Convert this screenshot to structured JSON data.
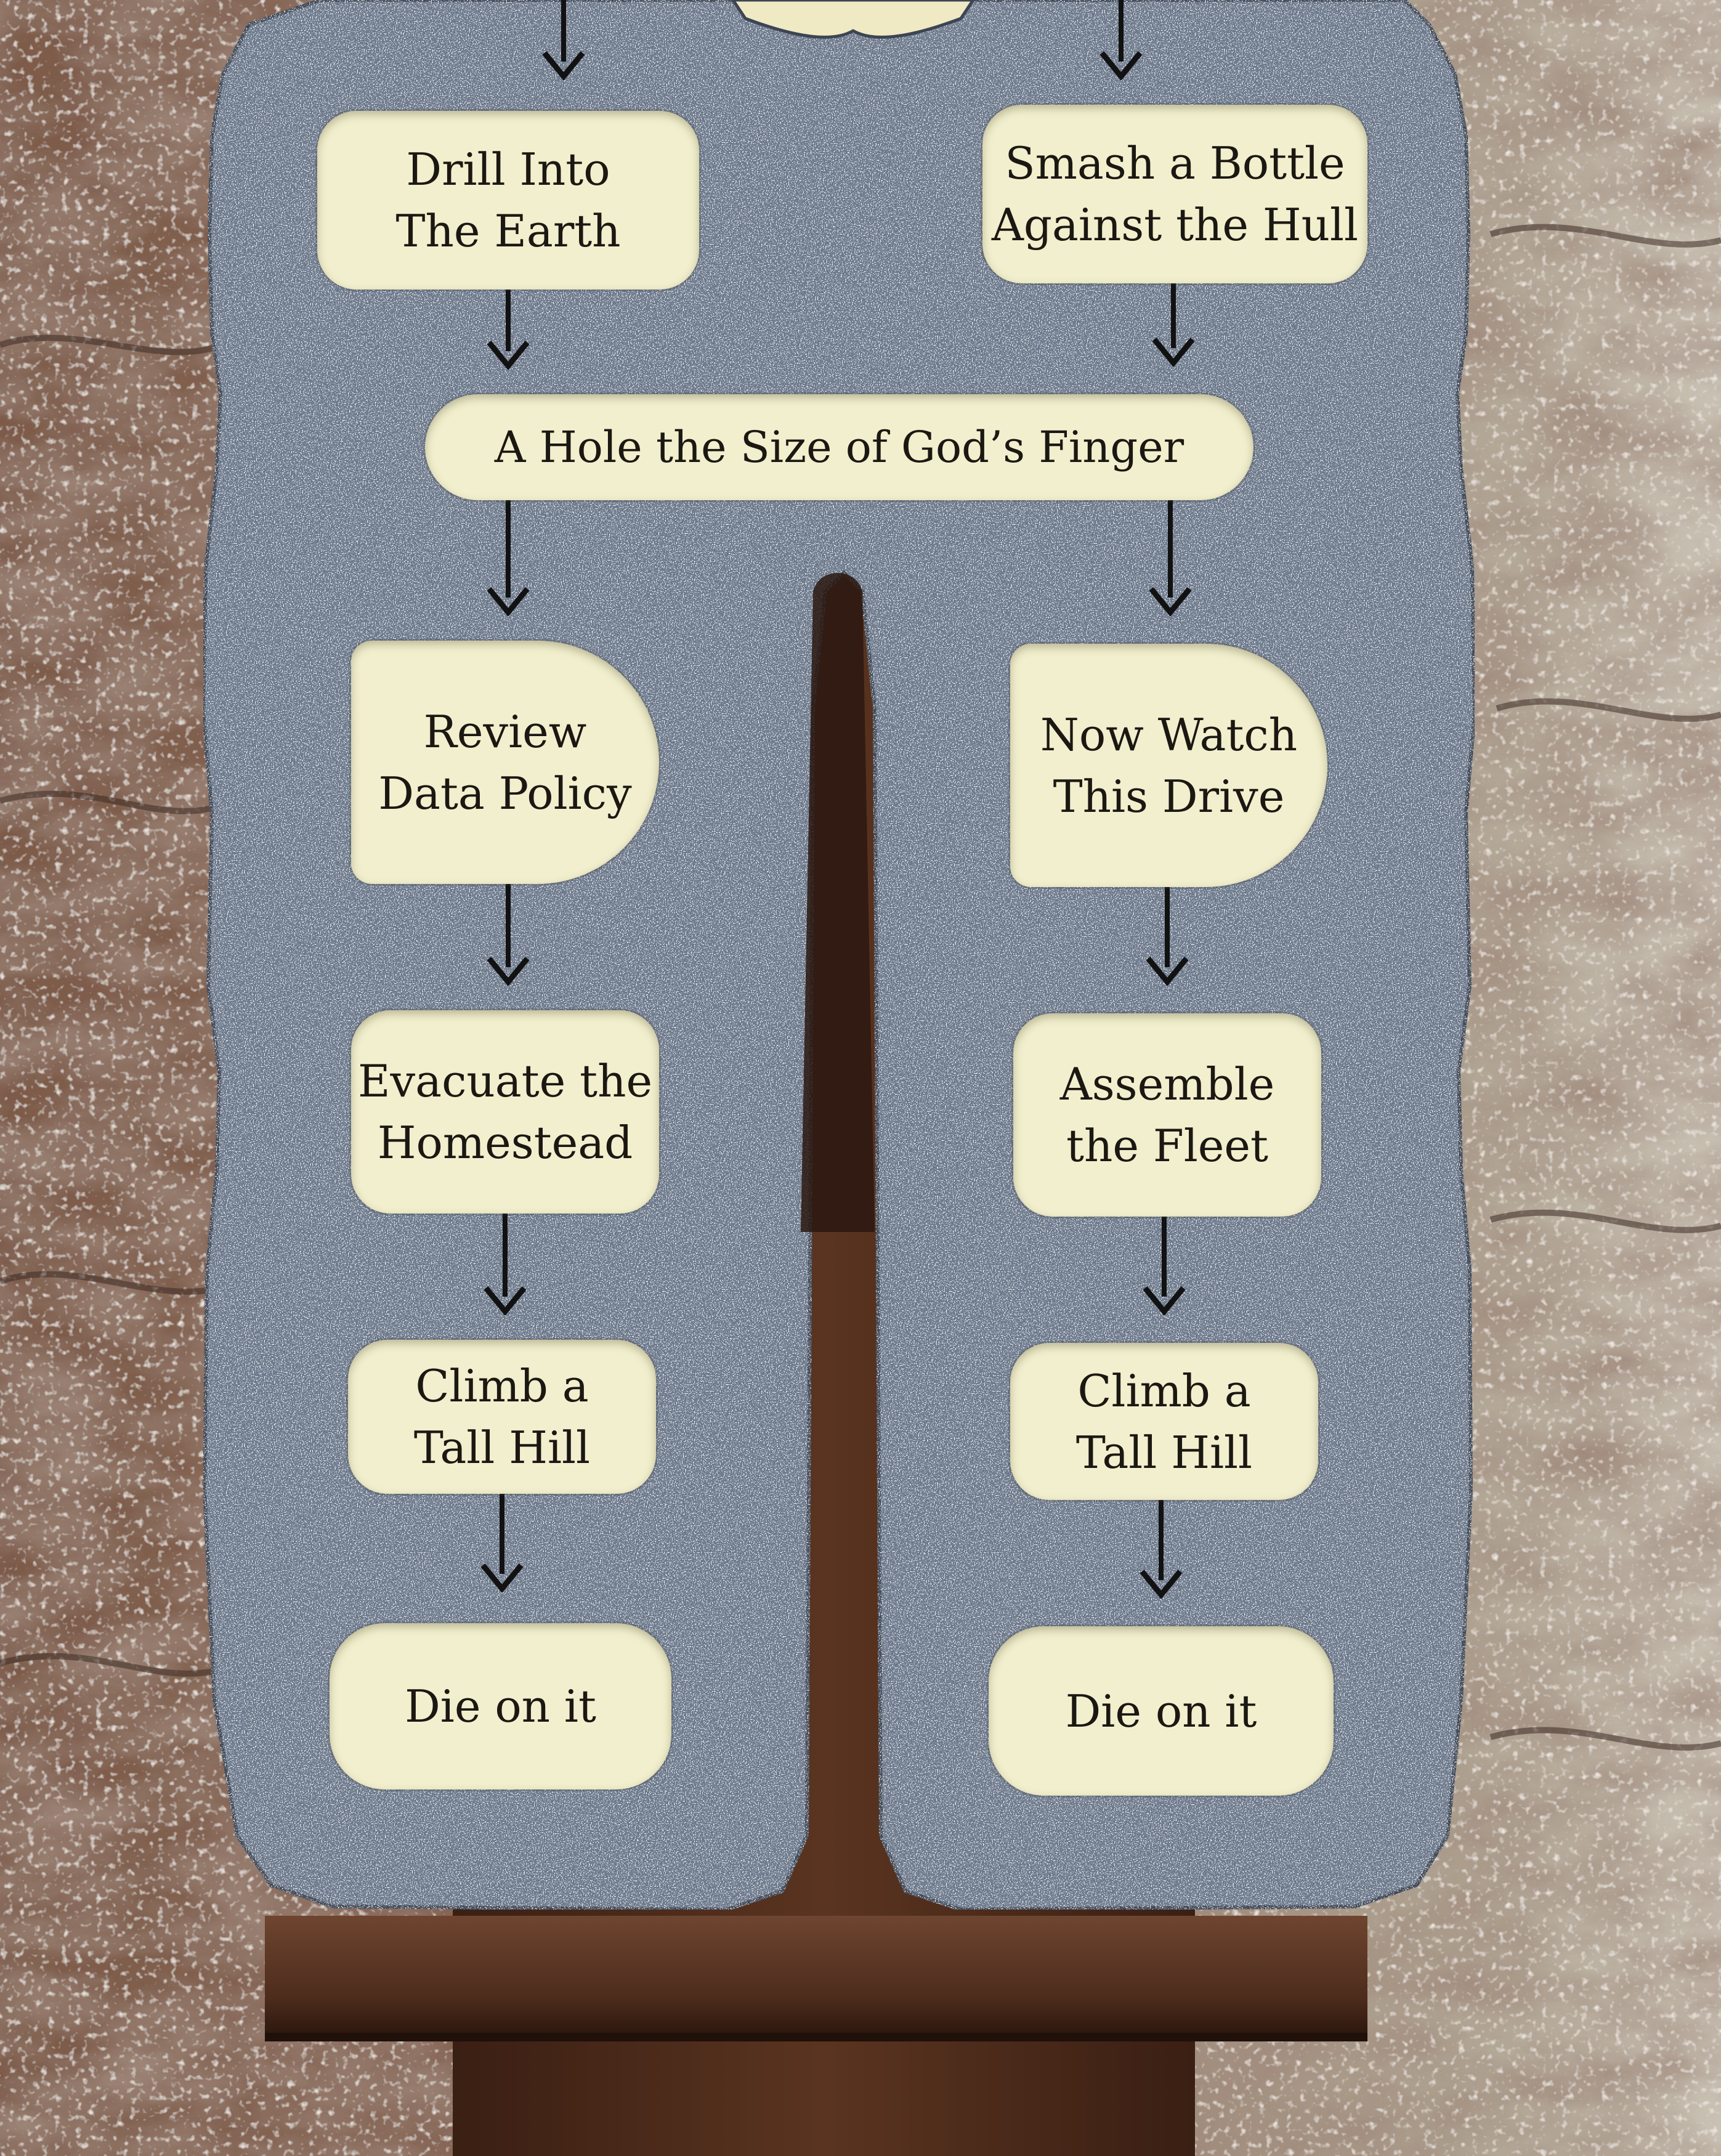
{
  "sign": {
    "drill": "Drill Into\nThe Earth",
    "smash": "Smash a Bottle\nAgainst the Hull",
    "hole": "A Hole the Size of God’s Finger",
    "review": "Review\nData Policy",
    "watch": "Now Watch\nThis Drive",
    "evacuate": "Evacuate the\nHomestead",
    "assemble": "Assemble\nthe Fleet",
    "climb_left": "Climb a\nTall Hill",
    "climb_right": "Climb a\nTall Hill",
    "die_left": "Die on it",
    "die_right": "Die on it"
  },
  "colors": {
    "panel": "#f1efcd",
    "granite": "#6f7d90",
    "wood": "#4a2a1a",
    "wall": "#8a6a58",
    "text": "#1b1712"
  }
}
